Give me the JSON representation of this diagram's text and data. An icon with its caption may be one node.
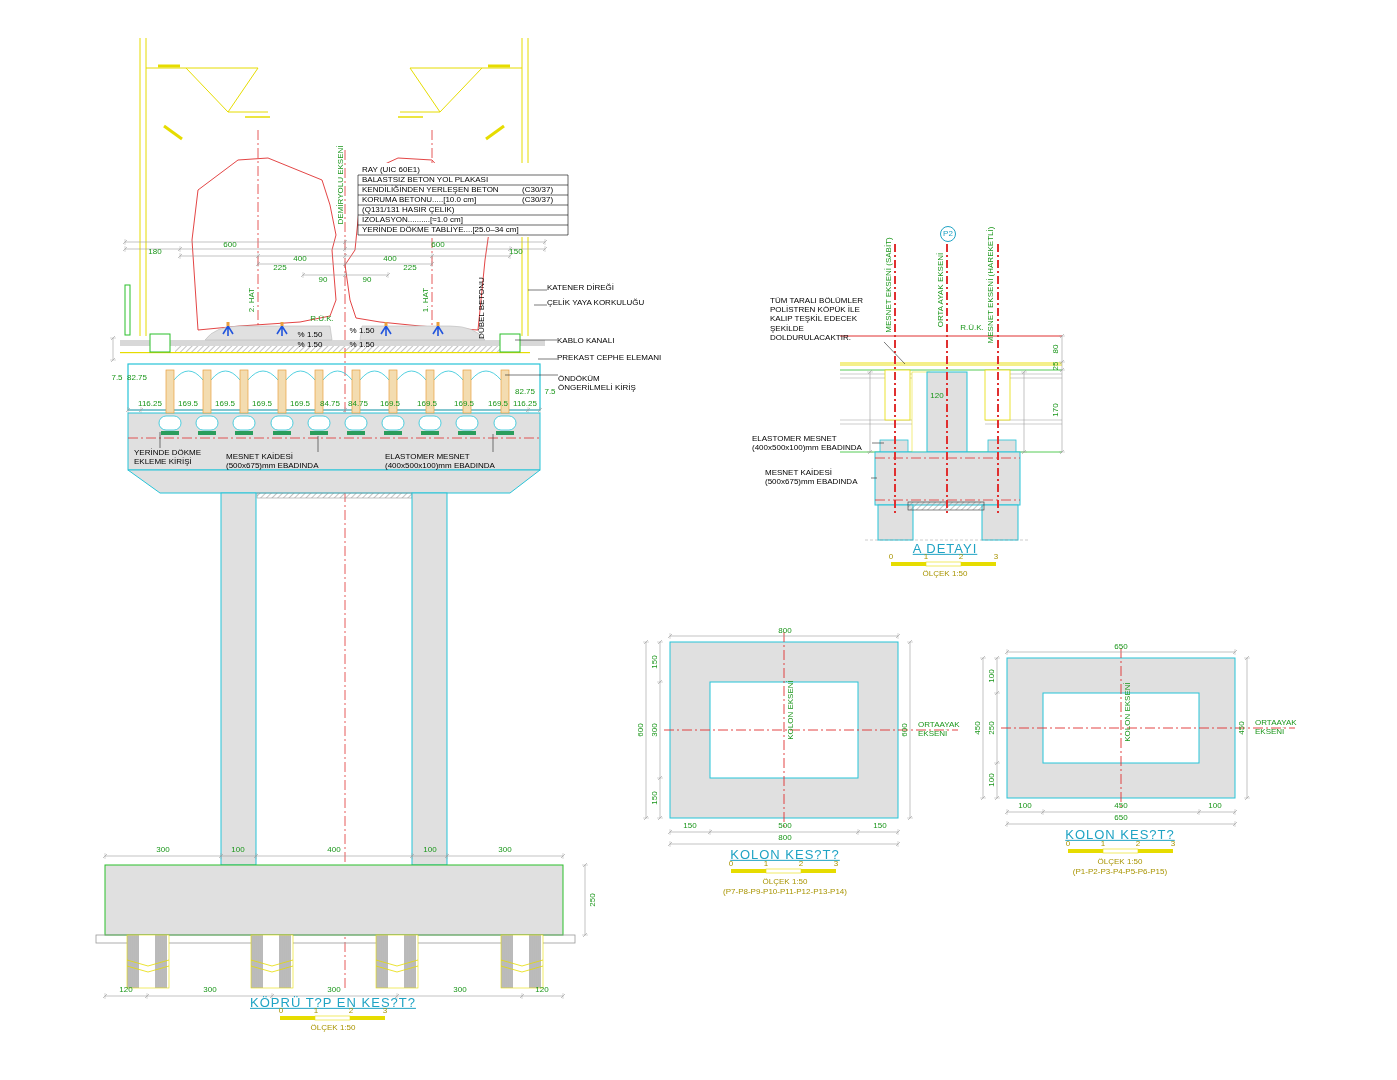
{
  "diagram": {
    "nodes": [
      {
        "text": [
          "KATENER DİREĞİ"
        ]
      },
      {
        "text": [
          "ÇELİK YAYA KORKULUĞU"
        ]
      },
      {
        "text": [
          "KABLO KANALI"
        ]
      },
      {
        "text": [
          "PREKAST CEPHE ELEMANI"
        ]
      },
      {
        "text": [
          "ÖNDÖKÜM ÖNGERİLMELİ KİRİŞ"
        ]
      },
      {
        "text": [
          "YERİNDE DÖKME EKLEME KİRİŞİ"
        ]
      },
      {
        "text": [
          "MESNET KAİDESİ (500x675)mm EBADINDA"
        ]
      },
      {
        "text": [
          "ELASTOMER MESNET (400x500x100)mm EBADINDA"
        ]
      },
      {
        "text": [
          "TÜM TARALI BÖLÜMLER POLİSTREN KÖPÜK İLE KALIP TEŞKİL EDECEK ŞEKİLDE DOLDURULACAKTIR."
        ]
      },
      {
        "text": [
          "ELASTOMER MESNET (400x500x100)mm EBADINDA"
        ]
      },
      {
        "text": [
          "MESNET KAİDESİ (500x675)mm EBADINDA"
        ]
      },
      {
        "text": [
          "P2"
        ]
      }
    ],
    "edges": [
      {
        "from": 0,
        "to": null,
        "arrow": "none"
      },
      {
        "from": 1,
        "to": null,
        "arrow": "none"
      },
      {
        "from": 2,
        "to": null,
        "arrow": "none"
      },
      {
        "from": 3,
        "to": null,
        "arrow": "none"
      },
      {
        "from": 4,
        "to": null,
        "arrow": "none"
      },
      {
        "from": 5,
        "to": null,
        "arrow": "none"
      },
      {
        "from": 6,
        "to": null,
        "arrow": "none"
      },
      {
        "from": 7,
        "to": null,
        "arrow": "none"
      },
      {
        "from": 8,
        "to": null,
        "arrow": "none"
      },
      {
        "from": 9,
        "to": null,
        "arrow": "none"
      },
      {
        "from": 10,
        "to": null,
        "arrow": "none"
      }
    ],
    "labels": [
      "RAY (UIC 60E1)",
      "BALASTSIZ BETON YOL PLAKASI",
      "KENDİLİĞİNDEN YERLEŞEN BETON",
      "(C30/37)",
      "KORUMA BETONU.....[10.0 cm]",
      "(C30/37)",
      "(Q131/131 HASIR ÇELİK)",
      "İZOLASYON..........[≈1.0 cm]",
      "YERİNDE DÖKME TABLİYE....[25.0–34 cm]",
      "DEMİRYOLU EKSENİ",
      "2. HAT",
      "1. HAT",
      "DÜBEL BETONU",
      "R.Ü.K.",
      "% 1.50",
      "% 1.50",
      "% 1.50",
      "% 1.50",
      "600",
      "600",
      "180",
      "150",
      "400",
      "400",
      "225",
      "225",
      "90",
      "90",
      "7.5",
      "82.75",
      "82.75",
      "7.5",
      "116.25",
      "169.5",
      "169.5",
      "169.5",
      "169.5",
      "84.75",
      "84.75",
      "169.5",
      "169.5",
      "169.5",
      "169.5",
      "116.25",
      "300",
      "100",
      "400",
      "100",
      "300",
      "250",
      "120",
      "300",
      "300",
      "300",
      "120",
      "KÖPRÜ T?P EN KES?T?",
      "0",
      "1",
      "2",
      "3",
      "ÖLÇEK 1:50",
      "MESNET EKSENİ (SABİT)",
      "ORTA AYAK EKSENİ",
      "MESNET EKSENİ (HAREKETLİ)",
      "R.Ü.K.",
      "80",
      "25",
      "170",
      "120",
      "A DETAYI",
      "0",
      "1",
      "2",
      "3",
      "ÖLÇEK 1:50",
      "800",
      "KOLON EKSENİ",
      "150",
      "300",
      "150",
      "600",
      "600",
      "ORTAAYAK EKSENİ",
      "150",
      "500",
      "150",
      "800",
      "KOLON KES?T?",
      "0",
      "1",
      "2",
      "3",
      "ÖLÇEK 1:50",
      "(P7-P8-P9-P10-P11-P12-P13-P14)",
      "650",
      "KOLON EKSENİ",
      "100",
      "250",
      "100",
      "450",
      "450",
      "ORTAAYAK EKSENİ",
      "100",
      "450",
      "100",
      "650",
      "KOLON KES?T?",
      "0",
      "1",
      "2",
      "3",
      "ÖLÇEK 1:50",
      "(P1-P2-P3-P4-P5-P6-P15)"
    ]
  }
}
